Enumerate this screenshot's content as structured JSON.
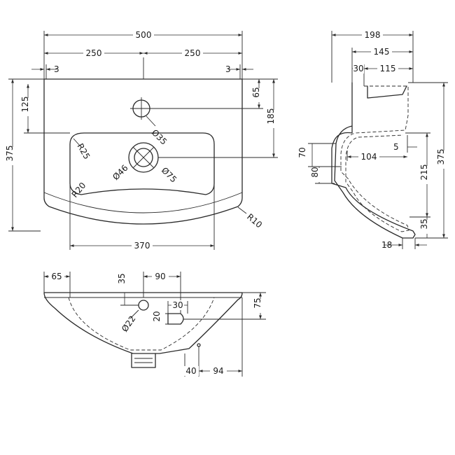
{
  "top_view": {
    "width": "500",
    "half_left": "250",
    "half_right": "250",
    "edge_left": "3",
    "edge_right": "3",
    "depth": "375",
    "tap_offset": "125",
    "tap_offset_right": "65",
    "waste_offset": "185",
    "tap_hole": "Ø35",
    "corner_top": "R25",
    "corner_bottom": "R20",
    "outer_corner": "R10",
    "waste_inner": "Ø46",
    "waste_outer": "Ø75",
    "bowl_width": "370"
  },
  "side_view": {
    "overall": "198",
    "bracket": "145",
    "rim": "30",
    "fixing": "115",
    "height": "375",
    "bowl_offset": "5",
    "waste_depth": "104",
    "overflow": "70",
    "waste_height": "80",
    "trap": "215",
    "bottom": "35",
    "lip": "18"
  },
  "front_view": {
    "left": "65",
    "tap_depth": "35",
    "tap_to_overflow": "90",
    "overflow_w": "30",
    "waste_hole": "Ø22",
    "overflow_h": "20",
    "height": "75",
    "waste_pos": "40",
    "right": "94"
  }
}
